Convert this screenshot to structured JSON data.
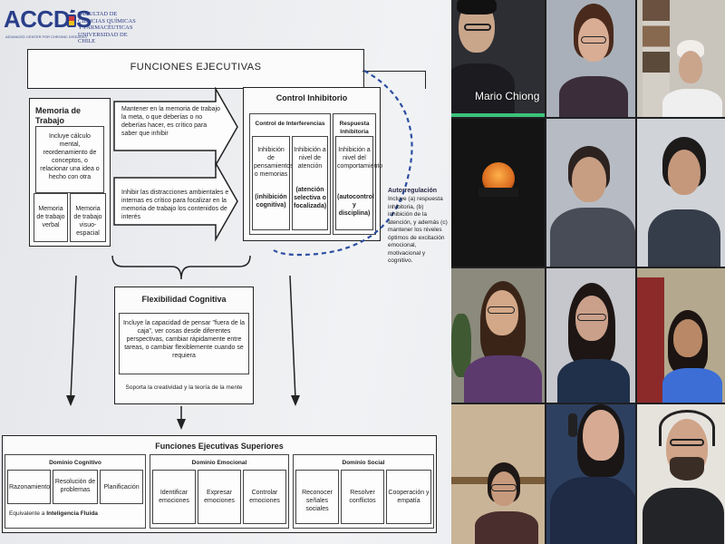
{
  "logo": {
    "brand": "ACCDiS",
    "brand_sub": "ADVANCED CENTER FOR CHRONIC DISEASES",
    "university_line1": "FACULTAD DE",
    "university_line2": "CIENCIAS QUÍMICAS",
    "university_line3": "Y FARMACÉUTICAS",
    "university_line4": "UNIVERSIDAD DE CHILE"
  },
  "slide": {
    "main_title": "FUNCIONES EJECUTIVAS",
    "memoria": {
      "title": "Memoria de Trabajo",
      "desc": "Incluye cálculo mental, reordenamiento de conceptos, o relacionar una idea o hecho con otra",
      "verbal": "Memoria de trabajo verbal",
      "visuo": "Memoria de trabajo visuo-espacial"
    },
    "arrow_top_text": "Mantener en la memoria de trabajo la meta, o que deberías o no deberías hacer, es crítico para saber que inhibir",
    "arrow_bottom_text": "Inhibir las distracciones ambientales e internas es crítico para focalizar en la memoria de trabajo los contenidos de interés",
    "control": {
      "title": "Control Inhibitorio",
      "interf_title": "Control de Interferencias",
      "resp_title": "Respuesta Inhibitoria",
      "cell1": "Inhibición de pensamientos o memorias",
      "cell1_b": "(inhibición cognitiva)",
      "cell2": "Inhibición a nivel de atención",
      "cell2_b": "(atención selectiva o focalizada)",
      "cell3": "Inhibición a nivel del comportamiento",
      "cell3_b": "(autocontrol y disciplina)"
    },
    "autoregulacion": {
      "title": "Autorregulación",
      "text": "Incluye (a) respuesta inhibitoria, (b) inhibición de la atención, y además (c) mantener los niveles óptimos de excitación emocional, motivacional y cognitivo."
    },
    "flex": {
      "title": "Flexibilidad Cognitiva",
      "desc": "Incluye la capacidad de pensar \"fuera de la caja\", ver cosas desde diferentes perspectivas, cambiar rápidamente entre tareas, o cambiar flexiblemente cuando se requiera",
      "note": "Soporta la creatividad y la teoría de la mente"
    },
    "superiores": {
      "title": "Funciones Ejecutivas Superiores",
      "cognitivo": {
        "title": "Dominio Cognitivo",
        "items": [
          "Razonamiento",
          "Resolución de problemas",
          "Planificación"
        ],
        "foot_prefix": "Equivalente a",
        "foot_bold": "Inteligencia Fluida"
      },
      "emocional": {
        "title": "Dominio Emocional",
        "items": [
          "Identificar emociones",
          "Expresar emociones",
          "Controlar emociones"
        ]
      },
      "social": {
        "title": "Dominio Social",
        "items": [
          "Reconocer señales sociales",
          "Resolver conflictos",
          "Cooperación y empatía"
        ]
      }
    }
  },
  "video": {
    "speaker_name": "Mario Chiong",
    "speaker_color": "#3cc37a"
  }
}
